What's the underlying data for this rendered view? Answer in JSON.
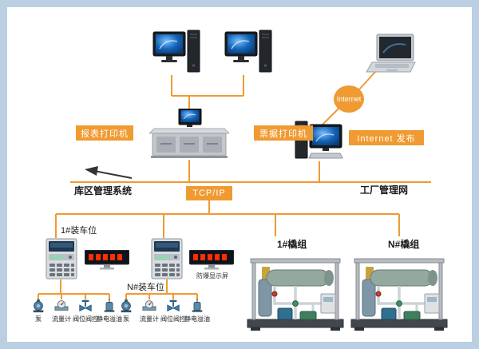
{
  "labels": {
    "report_printer": "报表打印机",
    "ticket_printer": "票据打印机",
    "internet_publish": "Internet 发布",
    "internet": "Internet",
    "depot_system": "库区管理系统",
    "tcpip": "TCP/IP",
    "factory_network": "工厂管理网",
    "loading_spot_1": "1#装车位",
    "loading_spot_n": "N#装车位",
    "explosion_proof_display": "防爆显示屏",
    "skid_1": "1#橇组",
    "skid_n": "N#橇组"
  },
  "devices": [
    "泵",
    "流量计",
    "阀位阀控",
    "静电溢油"
  ],
  "colors": {
    "accent_orange": "#F09A32",
    "led_red": "#FF2D00",
    "frame_blue": "#BACFE1"
  }
}
